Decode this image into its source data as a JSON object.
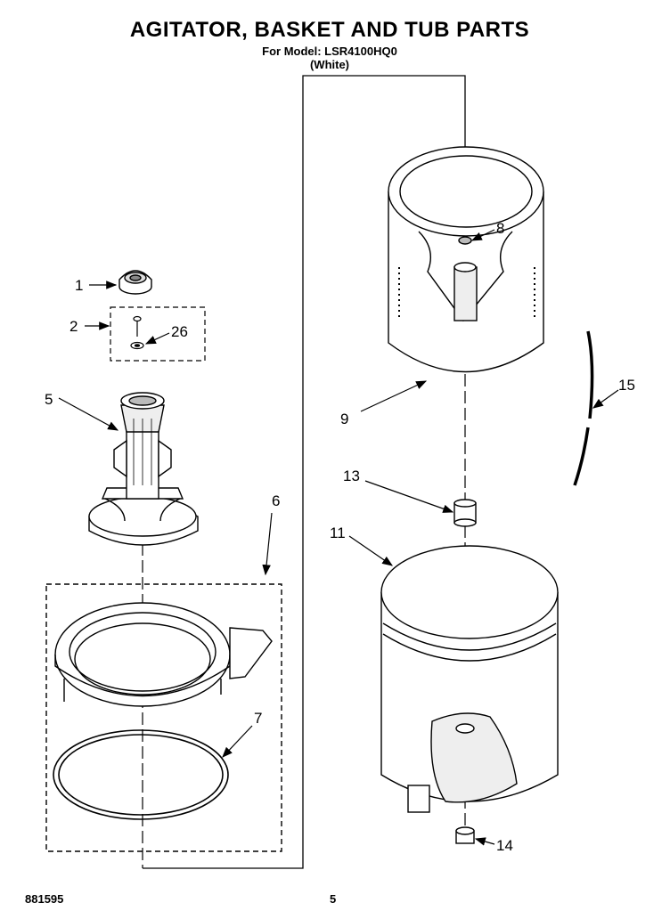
{
  "header": {
    "title": "AGITATOR, BASKET AND TUB PARTS",
    "model_line": "For Model: LSR4100HQ0",
    "color_line": "(White)"
  },
  "callouts": {
    "p1": "1",
    "p2": "2",
    "p26": "26",
    "p5": "5",
    "p6": "6",
    "p7": "7",
    "p8": "8",
    "p9": "9",
    "p11": "11",
    "p13": "13",
    "p14": "14",
    "p15": "15"
  },
  "footer": {
    "doc_number": "881595",
    "page_number": "5"
  }
}
